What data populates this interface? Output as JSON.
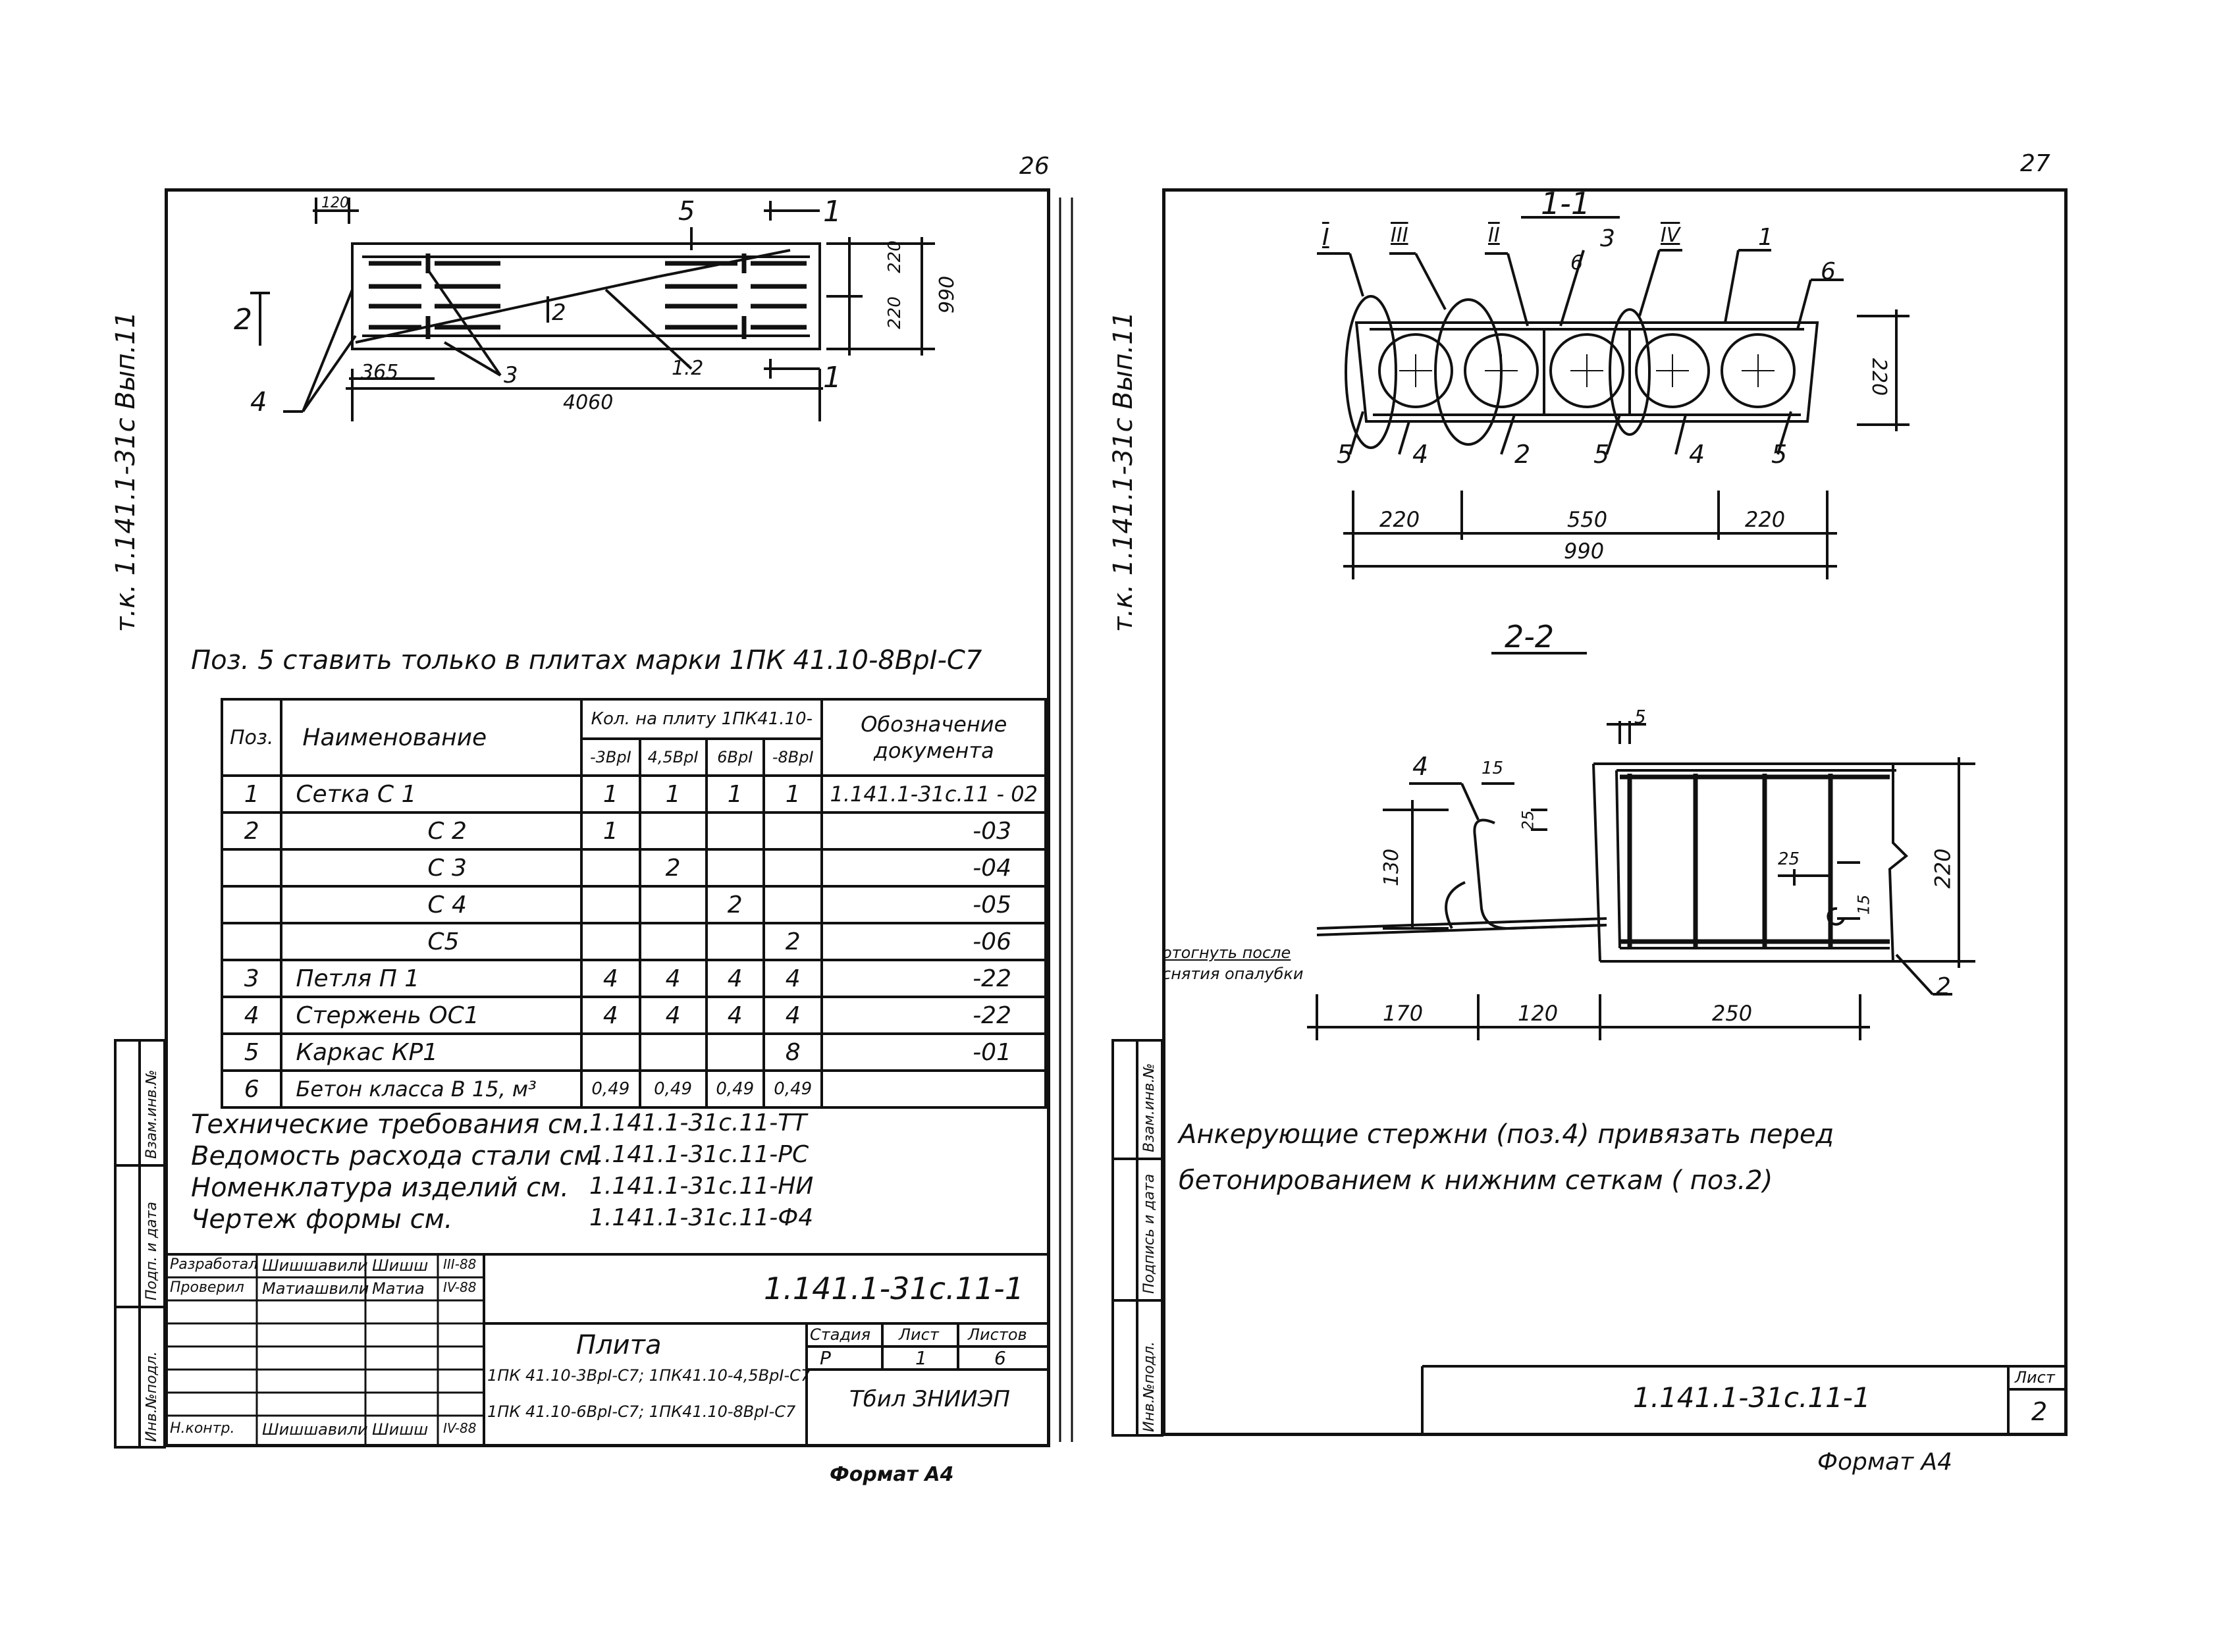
{
  "left_sheet": {
    "page_number": "26",
    "side_label": "т.к. 1.141.1-31с   Вып.11",
    "plan_dims": {
      "d120": "120",
      "d365": "365",
      "d4060": "4060",
      "d220a": "220",
      "d220b": "220",
      "d990": "990",
      "slope": "1:2"
    },
    "plan_marks": {
      "m1": "1",
      "m2": "2",
      "m3": "3",
      "m4": "4",
      "m5": "5"
    },
    "note": "Поз. 5 ставить только в плитах марки 1ПК 41.10-8ВрI-С7",
    "spec_table": {
      "header": {
        "pos": "Поз.",
        "name": "Наименование",
        "qty_group": "Кол. на плиту 1ПК41.10-",
        "col1": "-3ВрI",
        "col2": "4,5ВрI",
        "col3": "6ВрI",
        "col4": "-8ВрI",
        "doc": "Обозначение документа"
      },
      "rows": [
        {
          "pos": "1",
          "name": "Сетка      С 1",
          "c1": "1",
          "c2": "1",
          "c3": "1",
          "c4": "1",
          "doc": "1.141.1-31с.11 - 02"
        },
        {
          "pos": "2",
          "name": "С 2",
          "c1": "1",
          "c2": "",
          "c3": "",
          "c4": "",
          "doc": "-03"
        },
        {
          "pos": "",
          "name": "С 3",
          "c1": "",
          "c2": "2",
          "c3": "",
          "c4": "",
          "doc": "-04"
        },
        {
          "pos": "",
          "name": "С 4",
          "c1": "",
          "c2": "",
          "c3": "2",
          "c4": "",
          "doc": "-05"
        },
        {
          "pos": "",
          "name": "С5",
          "c1": "",
          "c2": "",
          "c3": "",
          "c4": "2",
          "doc": "-06"
        },
        {
          "pos": "3",
          "name": "Петля П 1",
          "c1": "4",
          "c2": "4",
          "c3": "4",
          "c4": "4",
          "doc": "-22"
        },
        {
          "pos": "4",
          "name": "Стержень ОС1",
          "c1": "4",
          "c2": "4",
          "c3": "4",
          "c4": "4",
          "doc": "-22"
        },
        {
          "pos": "5",
          "name": "Каркас    КР1",
          "c1": "",
          "c2": "",
          "c3": "",
          "c4": "8",
          "doc": "-01"
        },
        {
          "pos": "6",
          "name": "Бетон класса В 15, м³",
          "c1": "0,49",
          "c2": "0,49",
          "c3": "0,49",
          "c4": "0,49",
          "doc": ""
        }
      ]
    },
    "refs": [
      {
        "label": "Технические требования см.",
        "value": "1.141.1-31с.11-ТТ"
      },
      {
        "label": "Ведомость расхода стали см.",
        "value": "1.141.1-31с.11-РС"
      },
      {
        "label": "Номенклатура изделий см.",
        "value": "1.141.1-31с.11-НИ"
      },
      {
        "label": "Чертеж формы    см.",
        "value": "1.141.1-31с.11-Ф4"
      }
    ],
    "side_stamp": {
      "s1": "Взам.инв.№",
      "s2": "Подп. и дата",
      "s3": "Инв.№подл."
    },
    "title_block": {
      "code": "1.141.1-31с.11-1",
      "rows": [
        {
          "role": "Разработал",
          "name": "Шишшавили",
          "sign": "Шишш",
          "date": "III-88"
        },
        {
          "role": "Проверил",
          "name": "Матиашвили",
          "sign": "Матиа",
          "date": "IV-88"
        },
        {
          "role": "Н.контр.",
          "name": "Шишшавили",
          "sign": "Шишш",
          "date": "IV-88"
        }
      ],
      "product_name": "Плита",
      "marks_line1": "1ПК 41.10-3ВрI-С7; 1ПК41.10-4,5ВрI-С7",
      "marks_line2": "1ПК 41.10-6ВрI-С7; 1ПК41.10-8ВрI-С7",
      "stage_label": "Стадия",
      "sheet_label": "Лист",
      "sheets_label": "Листов",
      "stage": "Р",
      "sheet": "1",
      "sheets": "6",
      "org": "Тбил ЗНИИЭП"
    },
    "format": "Формат А4"
  },
  "right_sheet": {
    "page_number": "27",
    "side_label": "т.к. 1.141.1-31с   Вып.11",
    "section_1_1": {
      "title": "1-1",
      "labels": {
        "I": "I",
        "III": "III",
        "II": "II",
        "three": "3",
        "IV": "IV",
        "one": "1",
        "six_a": "6",
        "six_b": "6"
      },
      "bottom_labels": [
        "5",
        "4",
        "2",
        "5",
        "4",
        "5"
      ],
      "dims": {
        "h220": "220",
        "d220a": "220",
        "d550": "550",
        "d220b": "220",
        "d990": "990"
      }
    },
    "section_2_2": {
      "title": "2-2",
      "labels": {
        "four": "4",
        "fifteen_a": "15",
        "twentyfive_a": "25",
        "one_thirty": "130",
        "five": "5",
        "twentyfive_b": "25",
        "fifteen_b": "15",
        "two_twenty": "220",
        "two": "2"
      },
      "note_line1": "отогнуть после",
      "note_line2": "снятия опалубки",
      "dims": {
        "d170": "170",
        "d120": "120",
        "d250": "250"
      }
    },
    "note_line1": "Анкерующие  стержни  (поз.4)  привязать  перед",
    "note_line2": "бетонированием  к  нижним  сеткам  ( поз.2)",
    "side_stamp": {
      "s1": "Взам.инв.№",
      "s2": "Подпись и дата",
      "s3": "Инв.№подл."
    },
    "title_block": {
      "code": "1.141.1-31с.11-1",
      "sheet_label": "Лист",
      "sheet": "2"
    },
    "format": "Формат А4"
  }
}
